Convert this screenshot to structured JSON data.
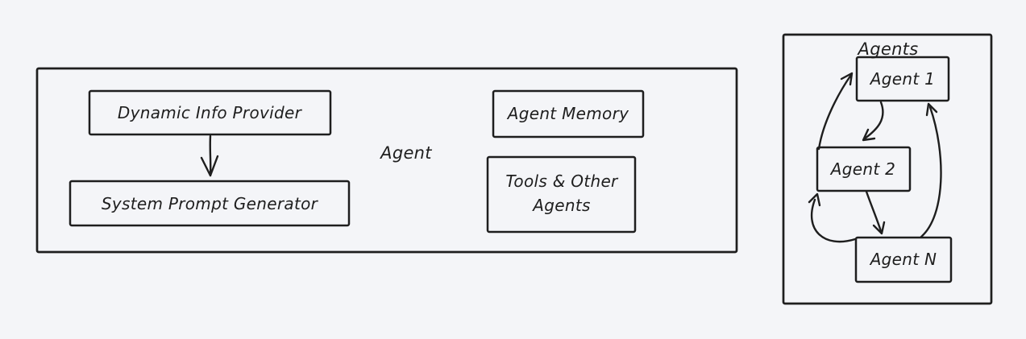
{
  "canvas": {
    "background_color": "#f4f5f8",
    "stroke_color": "#1e1e1e"
  },
  "agent_panel": {
    "label": "Agent",
    "dynamic_info_provider": "Dynamic Info Provider",
    "system_prompt_generator": "System Prompt Generator",
    "agent_memory": "Agent Memory",
    "tools_other_agents": {
      "line1": "Tools & Other",
      "line2": "Agents"
    }
  },
  "agents_panel": {
    "label": "Agents",
    "agent_1": "Agent 1",
    "agent_2": "Agent 2",
    "agent_n": "Agent N"
  },
  "edges": [
    {
      "from": "Dynamic Info Provider",
      "to": "System Prompt Generator"
    },
    {
      "from": "Agent 1",
      "to": "Agent 2"
    },
    {
      "from": "Agent 2",
      "to": "Agent 1"
    },
    {
      "from": "Agent 2",
      "to": "Agent N"
    },
    {
      "from": "Agent N",
      "to": "Agent 2"
    },
    {
      "from": "Agent N",
      "to": "Agent 1"
    }
  ]
}
